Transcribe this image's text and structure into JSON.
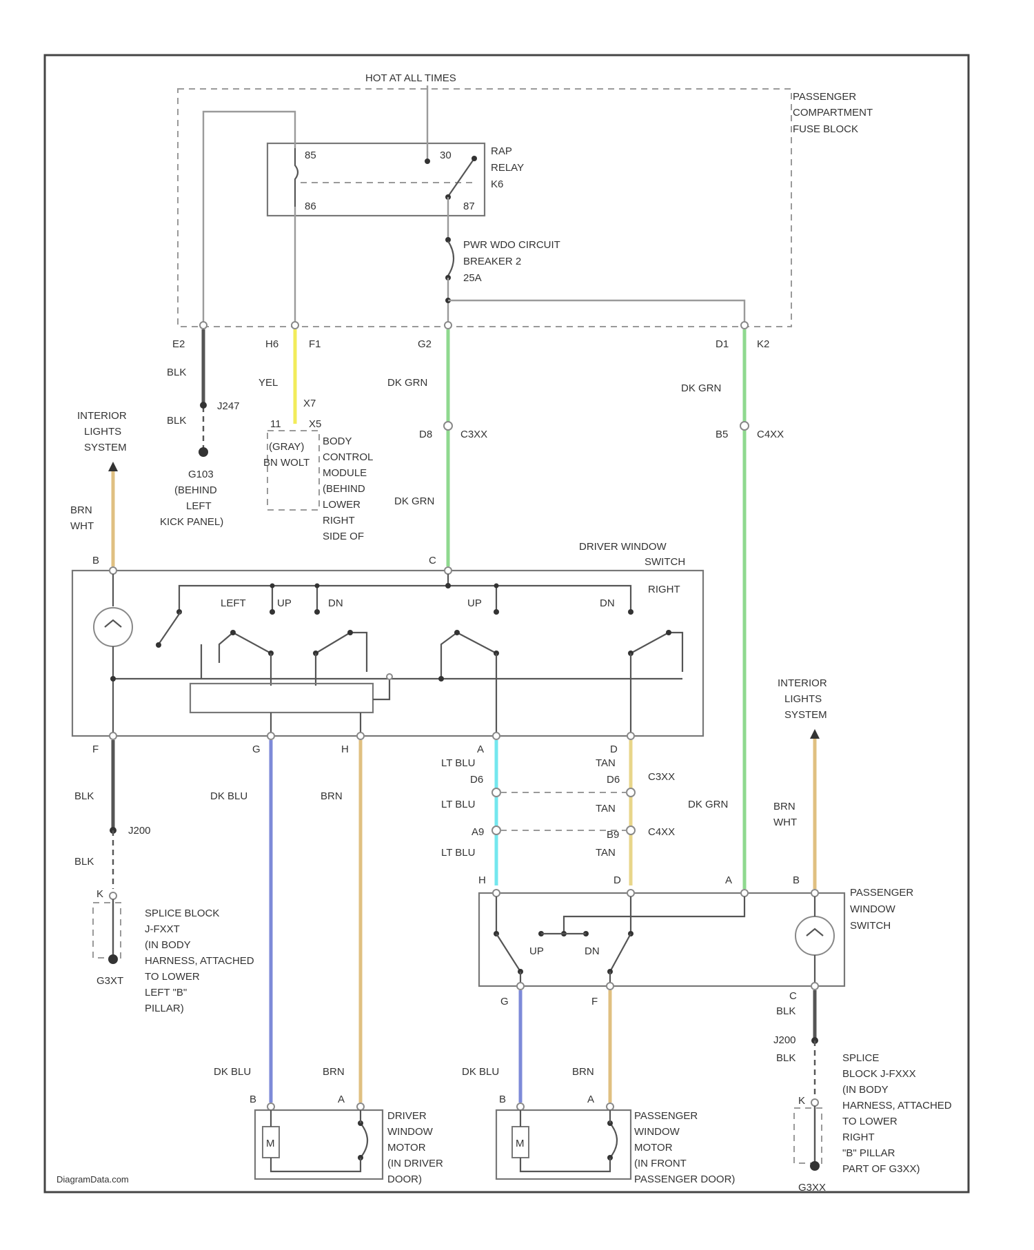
{
  "colors": {
    "frame": "#444444",
    "wire": "#9a9a9a",
    "yel": "#f2ec5a",
    "dk_grn": "#8fd98f",
    "brn": "#e0c081",
    "dk_blu": "#7d8ad8",
    "lt_blu": "#74e7ee",
    "tan": "#e8d68a",
    "blk": "#555555"
  },
  "title_text": "HOT AT ALL TIMES",
  "fuse_block": {
    "label": [
      "PASSENGER",
      "COMPARTMENT",
      "FUSE BLOCK"
    ],
    "relay_label": [
      "RAP",
      "RELAY",
      "K6"
    ],
    "relay_pins": [
      "85",
      "30",
      "86",
      "87"
    ],
    "breaker_label": [
      "PWR WDO CIRCUIT",
      "BREAKER 2",
      "25A"
    ],
    "pins": [
      "E2",
      "H6",
      "F1",
      "G2",
      "D1",
      "K2"
    ]
  },
  "left_branch": {
    "wire_blk_1": "BLK",
    "splice_j": "J247",
    "wire_blk_2": "BLK",
    "ground": [
      "G103",
      "(BEHIND",
      "LEFT",
      "KICK PANEL)"
    ]
  },
  "bcm": {
    "wire_yel": "YEL",
    "pins": [
      "X7",
      "11",
      "X5"
    ],
    "label_left": [
      "(GRAY)",
      "BN WOLT"
    ],
    "label": [
      "BODY",
      "CONTROL",
      "MODULE",
      "(BEHIND",
      "LOWER",
      "RIGHT",
      "SIDE OF"
    ]
  },
  "center_branch": {
    "wire_1": "DK GRN",
    "conn_pin": "D8",
    "conn_id": "C3XX",
    "wire_2": "DK GRN"
  },
  "right_branch": {
    "wire_1": "DK GRN",
    "conn_pin": "B5",
    "conn_id": "C4XX"
  },
  "interior_lights_1": [
    "INTERIOR",
    "LIGHTS",
    "SYSTEM"
  ],
  "interior_lights_2": [
    "INTERIOR",
    "LIGHTS",
    "SYSTEM"
  ],
  "driver_switch": {
    "label": [
      "DRIVER WINDOW",
      "SWITCH"
    ],
    "pin_b": "B",
    "pin_c": "C",
    "wire_brnwht": [
      "BRN",
      "WHT"
    ],
    "labels": {
      "left": "LEFT",
      "up1": "UP",
      "dn1": "DN",
      "up2": "UP",
      "dn2": "DN",
      "right": "RIGHT"
    },
    "bottom_pins": [
      "F",
      "G",
      "H",
      "A",
      "D"
    ]
  },
  "driver_lower": {
    "wire_blk": "BLK",
    "splice": "J200",
    "wire_blk_2": "BLK",
    "pin_k": "K",
    "splice_block": [
      "SPLICE BLOCK",
      "J-FXXT",
      "(IN BODY",
      "HARNESS, ATTACHED",
      "TO LOWER",
      "LEFT \"B\"",
      "PILLAR)"
    ],
    "ground": "G3XT",
    "wire_dkblu": "DK BLU",
    "wire_brn": "BRN"
  },
  "cross_wires": {
    "ltblu_1": "LT BLU",
    "ltblu_pin_1": "D6",
    "ltblu_2": "LT BLU",
    "ltblu_pin_2": "A9",
    "ltblu_3": "LT BLU",
    "tan_1": "TAN",
    "tan_pin_1": "D6",
    "tan_conn_1": "C3XX",
    "tan_2": "TAN",
    "tan_pin_2": "B9",
    "tan_conn_2": "C4XX",
    "tan_3": "TAN",
    "dkgrn": "DK GRN",
    "brnwht": [
      "BRN",
      "WHT"
    ]
  },
  "passenger_switch": {
    "label": [
      "PASSENGER",
      "WINDOW",
      "SWITCH"
    ],
    "top_pins": [
      "H",
      "D",
      "A",
      "B"
    ],
    "labels": {
      "up": "UP",
      "dn": "DN"
    },
    "bottom_pins": [
      "G",
      "F",
      "C"
    ]
  },
  "passenger_lower": {
    "wire_blk": "BLK",
    "splice": "J200",
    "wire_blk_2": "BLK",
    "pin_k": "K",
    "splice_block": [
      "SPLICE",
      "BLOCK J-FXXX",
      "(IN BODY",
      "HARNESS, ATTACHED",
      "TO LOWER",
      "RIGHT",
      "\"B\" PILLAR",
      "PART OF G3XX)"
    ],
    "ground": "G3XX",
    "wire_dkblu": "DK BLU",
    "wire_brn": "BRN"
  },
  "driver_motor": {
    "pins": [
      "B",
      "A"
    ],
    "motor": "M",
    "label": [
      "DRIVER",
      "WINDOW",
      "MOTOR",
      "(IN DRIVER",
      "DOOR)"
    ]
  },
  "passenger_motor": {
    "pins": [
      "B",
      "A"
    ],
    "motor": "M",
    "label": [
      "PASSENGER",
      "WINDOW",
      "MOTOR",
      "(IN FRONT",
      "PASSENGER DOOR)"
    ]
  },
  "watermark": "DiagramData.com"
}
